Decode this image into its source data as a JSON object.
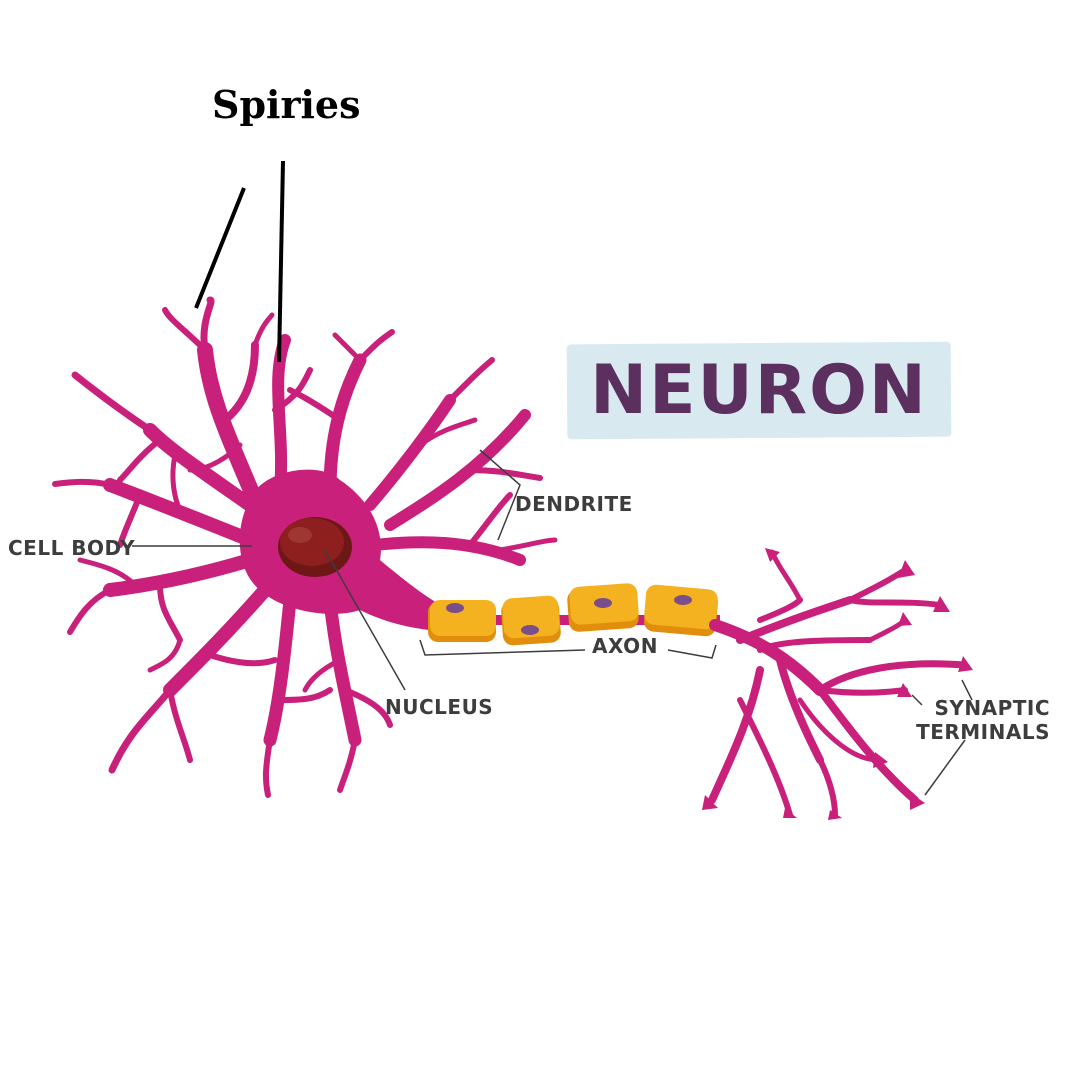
{
  "title": "NEURON",
  "annotation": {
    "label": "Spiries"
  },
  "labels": {
    "cell_body": "CELL BODY",
    "dendrite": "DENDRITE",
    "nucleus": "NUCLEUS",
    "axon": "AXON",
    "synaptic_line1": "SYNAPTIC",
    "synaptic_line2": "TERMINALS"
  },
  "colors": {
    "neuron_body": "#c9207b",
    "nucleus": "#8e1f1f",
    "myelin": "#f4b120",
    "myelin_shadow": "#e08e0b",
    "schwann_nucleus": "#7a4e8a",
    "title_banner": "#d9e9f0",
    "title_text": "#5b2f5e",
    "leader_lines": "#3d3d3d"
  }
}
